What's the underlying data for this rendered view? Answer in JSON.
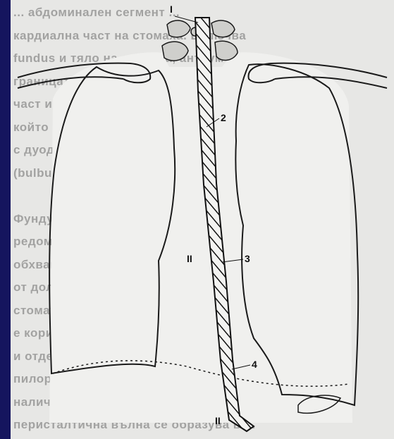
{
  "background_text": [
    "... абдоминален сегмент ...",
    "кардиална част на стомаха. Включва",
    "fundus и тяло на стомаха, антрум и",
    "границата между предпилорна",
    "част и pylorus (пилорния) — къс сегмент",
    "който свързва канала със стомаха",
    "с дуоденума на дванадесетопръстника",
    "(bulbus duodeni).",
    "",
    "Фундусът на част на стомаха",
    "редом оба дясната му половина, е сим",
    "обхващаща горната част на стомаха,",
    "от долния полюс, сегмента, свързва",
    "стомаха разположен към хранопровода,",
    "е кориера малка кривина (curvatura minor)",
    "и отделение на изхода от обособения",
    "пилорни части на стомаха, образува",
    "наличния ъгъл (angulus ventriculi)",
    "перисталтична вълна се образува в ..."
  ],
  "labels": {
    "l1": "I",
    "l2": "2",
    "l3": "3",
    "l4": "4",
    "lII_upper": "II",
    "lII_lower": "II"
  }
}
